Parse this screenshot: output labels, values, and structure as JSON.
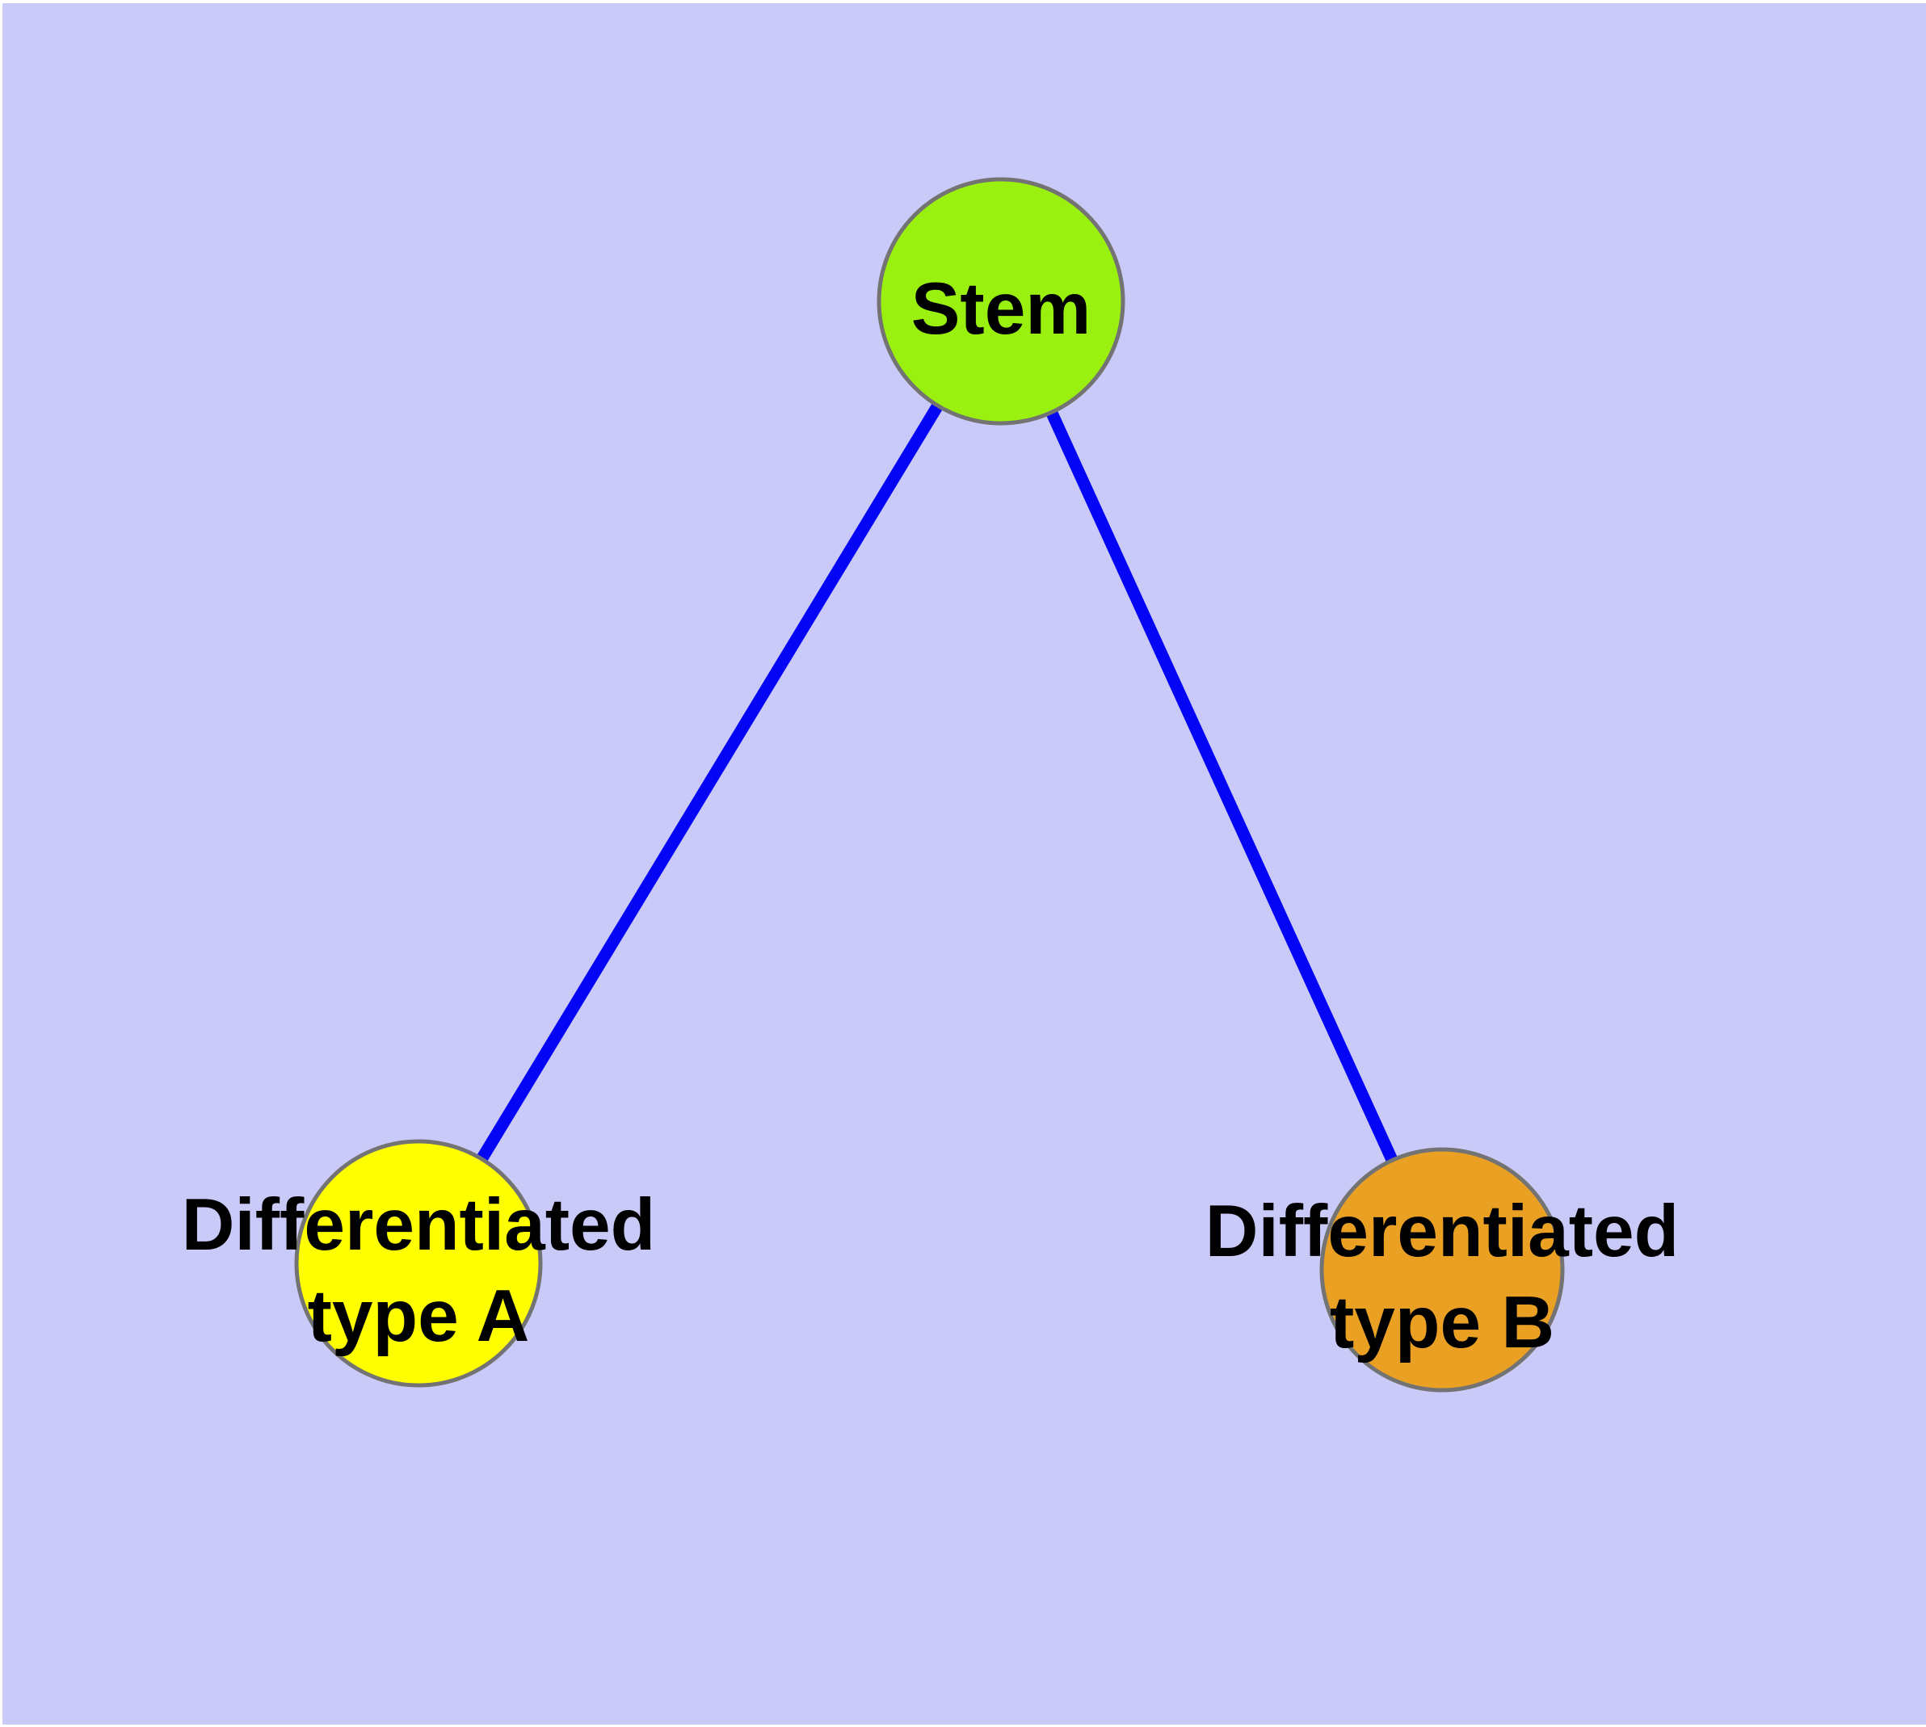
{
  "diagram": {
    "type": "graph",
    "title": "",
    "background_color": "#cacaf8",
    "frame_color": "#ffffff",
    "text_color": "#000000",
    "edge_color": "#0505f5",
    "node_border_color": "#737373",
    "nodes": [
      {
        "name": "stem",
        "label": "Stem",
        "fill": "#9af00f"
      },
      {
        "name": "differentiated-type-a",
        "label": "Differentiated type A",
        "label_line1": "Differentiated",
        "label_line2": "type A",
        "fill": "#ffff00"
      },
      {
        "name": "differentiated-type-b",
        "label": "Differentiated type B",
        "label_line1": "Differentiated",
        "label_line2": "type B",
        "fill": "#e9a023"
      }
    ],
    "edges": [
      {
        "from": "Stem",
        "to": "Differentiated type A"
      },
      {
        "from": "Stem",
        "to": "Differentiated type B"
      }
    ]
  }
}
